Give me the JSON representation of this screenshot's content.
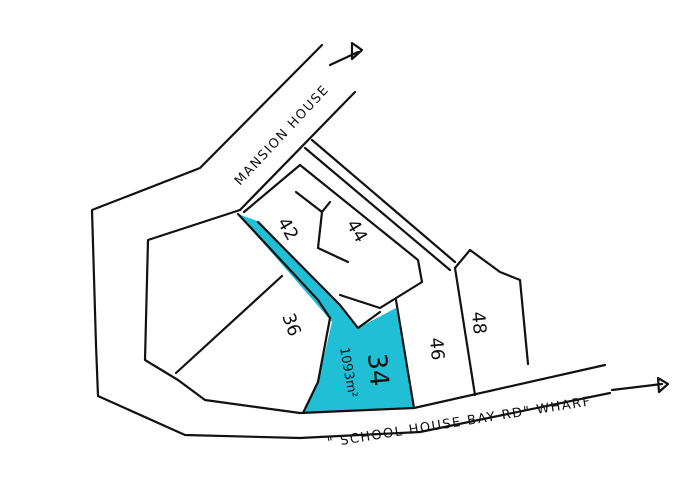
{
  "map": {
    "highlight_color": "#20bfd6",
    "roads": {
      "mansion_house": "MANSION HOUSE",
      "school_house": "\" SCHOOL HOUSE BAY RD\" WHARF"
    },
    "lots": {
      "lot_42": "42",
      "lot_44": "44",
      "lot_36": "36",
      "lot_34": "34",
      "lot_34_area": "1093m²",
      "lot_46": "46",
      "lot_48": "48"
    }
  }
}
